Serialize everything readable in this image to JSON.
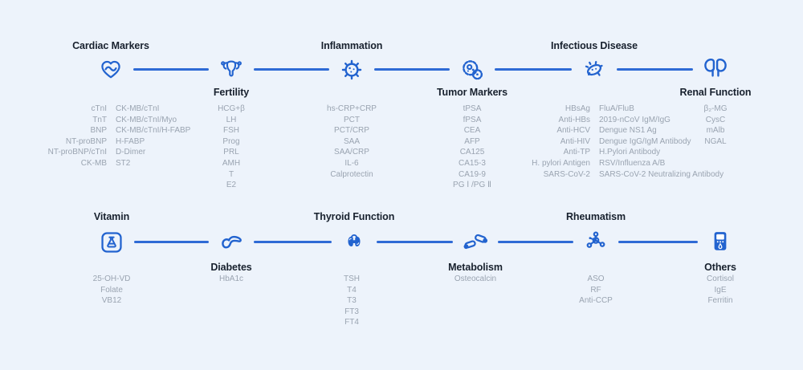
{
  "page": {
    "background": "#edf3fb",
    "accent": "#2e6ad5",
    "title_color": "#18212e",
    "item_color": "#9aa4b1"
  },
  "rows": [
    {
      "groups": [
        {
          "title": "Cardiac Markers",
          "icon": "heart-pulse-icon",
          "columns": {
            "col1": [
              "cTnI",
              "TnT",
              "BNP",
              "NT-proBNP",
              "NT-proBNP/cTnI",
              "CK-MB"
            ],
            "col2": [
              "CK-MB/cTnI",
              "CK-MB/cTnI/Myo",
              "CK-MB/cTnI/H-FABP",
              "H-FABP",
              "D-Dimer",
              "ST2"
            ]
          }
        },
        {
          "title": "Fertility",
          "icon": "uterus-icon",
          "items": [
            "HCG+β",
            "LH",
            "FSH",
            "Prog",
            "PRL",
            "AMH",
            "T",
            "E2"
          ]
        },
        {
          "title": "Inflammation",
          "icon": "virus-icon",
          "items": [
            "hs-CRP+CRP",
            "PCT",
            "PCT/CRP",
            "SAA",
            "SAA/CRP",
            "IL-6",
            "Calprotectin"
          ]
        },
        {
          "title": "Tumor Markers",
          "icon": "gear-cells-icon",
          "items": [
            "tPSA",
            "fPSA",
            "CEA",
            "AFP",
            "CA125",
            "CA15-3",
            "CA19-9",
            "PG Ⅰ /PG Ⅱ"
          ]
        },
        {
          "title": "Infectious Disease",
          "icon": "bacteria-icon",
          "columns": {
            "col1": [
              "HBsAg",
              "Anti-HBs",
              "Anti-HCV",
              "Anti-HIV",
              "Anti-TP",
              "H. pylori Antigen",
              "SARS-CoV-2"
            ],
            "col2": [
              "FluA/FluB",
              "2019-nCoV IgM/IgG",
              "Dengue NS1 Ag",
              "Dengue IgG/IgM Antibody",
              "H.Pylori Antibody",
              "RSV/Influenza A/B",
              "SARS-CoV-2 Neutralizing Antibody"
            ]
          }
        },
        {
          "title": "Renal Function",
          "icon": "kidney-icon",
          "items": [
            "β₂-MG",
            "CysC",
            "mAlb",
            "NGAL"
          ]
        }
      ]
    },
    {
      "groups": [
        {
          "title": "Vitamin",
          "icon": "flask-icon",
          "items": [
            "25-OH-VD",
            "Folate",
            "VB12"
          ]
        },
        {
          "title": "Diabetes",
          "icon": "pancreas-icon",
          "items": [
            "HbA1c"
          ]
        },
        {
          "title": "Thyroid Function",
          "icon": "thyroid-icon",
          "items": [
            "TSH",
            "T4",
            "T3",
            "FT3",
            "FT4"
          ]
        },
        {
          "title": "Metabolism",
          "icon": "bone-joint-icon",
          "items": [
            "Osteocalcin"
          ]
        },
        {
          "title": "Rheumatism",
          "icon": "molecule-icon",
          "items": [
            "ASO",
            "RF",
            "Anti-CCP"
          ]
        },
        {
          "title": "Others",
          "icon": "analyzer-icon",
          "items": [
            "Cortisol",
            "IgE",
            "Ferritin"
          ]
        }
      ]
    }
  ]
}
